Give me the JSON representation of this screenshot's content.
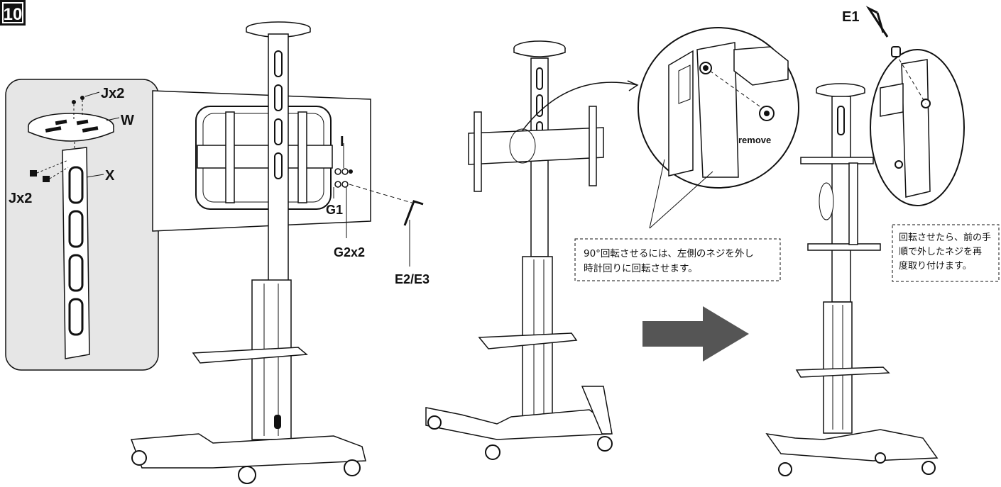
{
  "step_number": "10",
  "inset": {
    "labels": {
      "screws": "Jx2",
      "plate": "W",
      "bracket": "X",
      "nuts": "Jx2"
    }
  },
  "stand_assembly": {
    "labels": {
      "washer_i": "I",
      "washer_g1": "G1",
      "washer_g2": "G2x2",
      "hex_key": "E2/E3"
    }
  },
  "rotation_detail": {
    "callout_label": "remove",
    "note_lines": [
      "90°回転させるには、左側のネジを外し",
      "時計回りに回転させます。"
    ]
  },
  "final_view": {
    "hex_key_label": "E1",
    "note_lines": [
      "回転させたら、前の手",
      "順で外したネジを再",
      "度取り付けます。"
    ]
  },
  "colors": {
    "line": "#111111",
    "inset_bg": "#e6e6e6",
    "arrow": "#555555",
    "panel": "#ffffff"
  }
}
